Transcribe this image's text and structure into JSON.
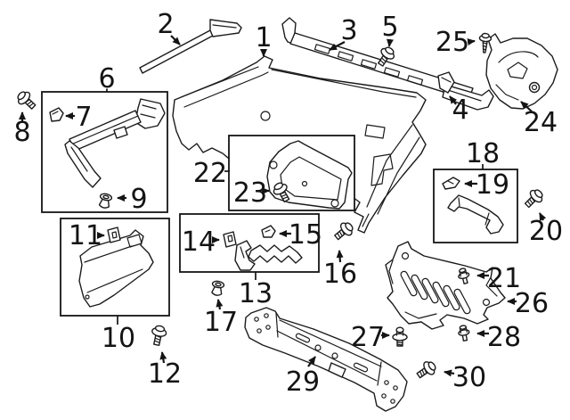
{
  "figure": {
    "colors": {
      "line": "#1b1b1b",
      "background": "#ffffff"
    }
  },
  "callouts": [
    "1",
    "2",
    "3",
    "4",
    "5",
    "6",
    "7",
    "8",
    "9",
    "10",
    "11",
    "12",
    "13",
    "14",
    "15",
    "16",
    "17",
    "18",
    "19",
    "20",
    "21",
    "22",
    "23",
    "24",
    "25",
    "26",
    "27",
    "28",
    "29",
    "30"
  ]
}
